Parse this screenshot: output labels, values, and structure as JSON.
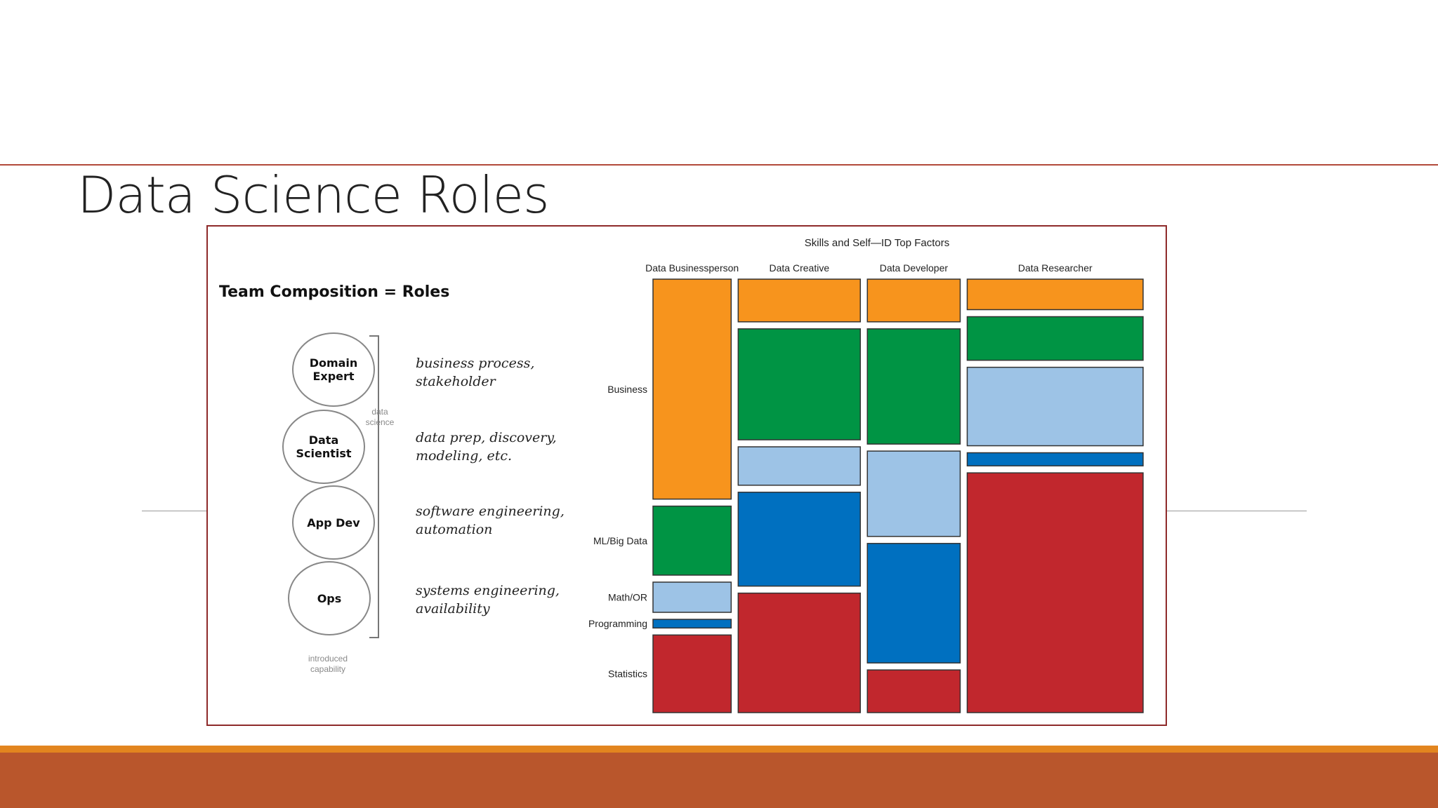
{
  "slide": {
    "title": "Data Science Roles"
  },
  "team": {
    "heading": "Team Composition = Roles",
    "roles": [
      {
        "name": "Domain\nExpert",
        "desc": "business process,\nstakeholder"
      },
      {
        "name": "Data\nScientist",
        "desc": "data prep, discovery,\nmodeling, etc."
      },
      {
        "name": "App Dev",
        "desc": "software engineering,\nautomation"
      },
      {
        "name": "Ops",
        "desc": "systems engineering,\navailability"
      }
    ],
    "bracket_label": "data\nscience",
    "footer_label": "introduced\ncapability"
  },
  "chart_data": {
    "type": "mosaic",
    "title": "Skills and Self—ID Top Factors",
    "columns": [
      "Data Businessperson",
      "Data Creative",
      "Data Developer",
      "Data Researcher"
    ],
    "column_widths": [
      0.16,
      0.25,
      0.19,
      0.36
    ],
    "row_labels": [
      "Business",
      "ML/Big Data",
      "Math/OR",
      "Programming",
      "Statistics"
    ],
    "colors": {
      "Business": "#f7941d",
      "ML/Big Data": "#009444",
      "Math/OR": "#9dc3e6",
      "Programming": "#0070c0",
      "Statistics": "#c1272d"
    },
    "series": [
      {
        "name": "Business",
        "values": [
          0.51,
          0.1,
          0.1,
          0.07
        ]
      },
      {
        "name": "ML/Big Data",
        "values": [
          0.16,
          0.26,
          0.27,
          0.1
        ]
      },
      {
        "name": "Math/OR",
        "values": [
          0.07,
          0.09,
          0.2,
          0.18
        ]
      },
      {
        "name": "Programming",
        "values": [
          0.02,
          0.22,
          0.28,
          0.03
        ]
      },
      {
        "name": "Statistics",
        "values": [
          0.18,
          0.28,
          0.1,
          0.55
        ]
      }
    ]
  }
}
